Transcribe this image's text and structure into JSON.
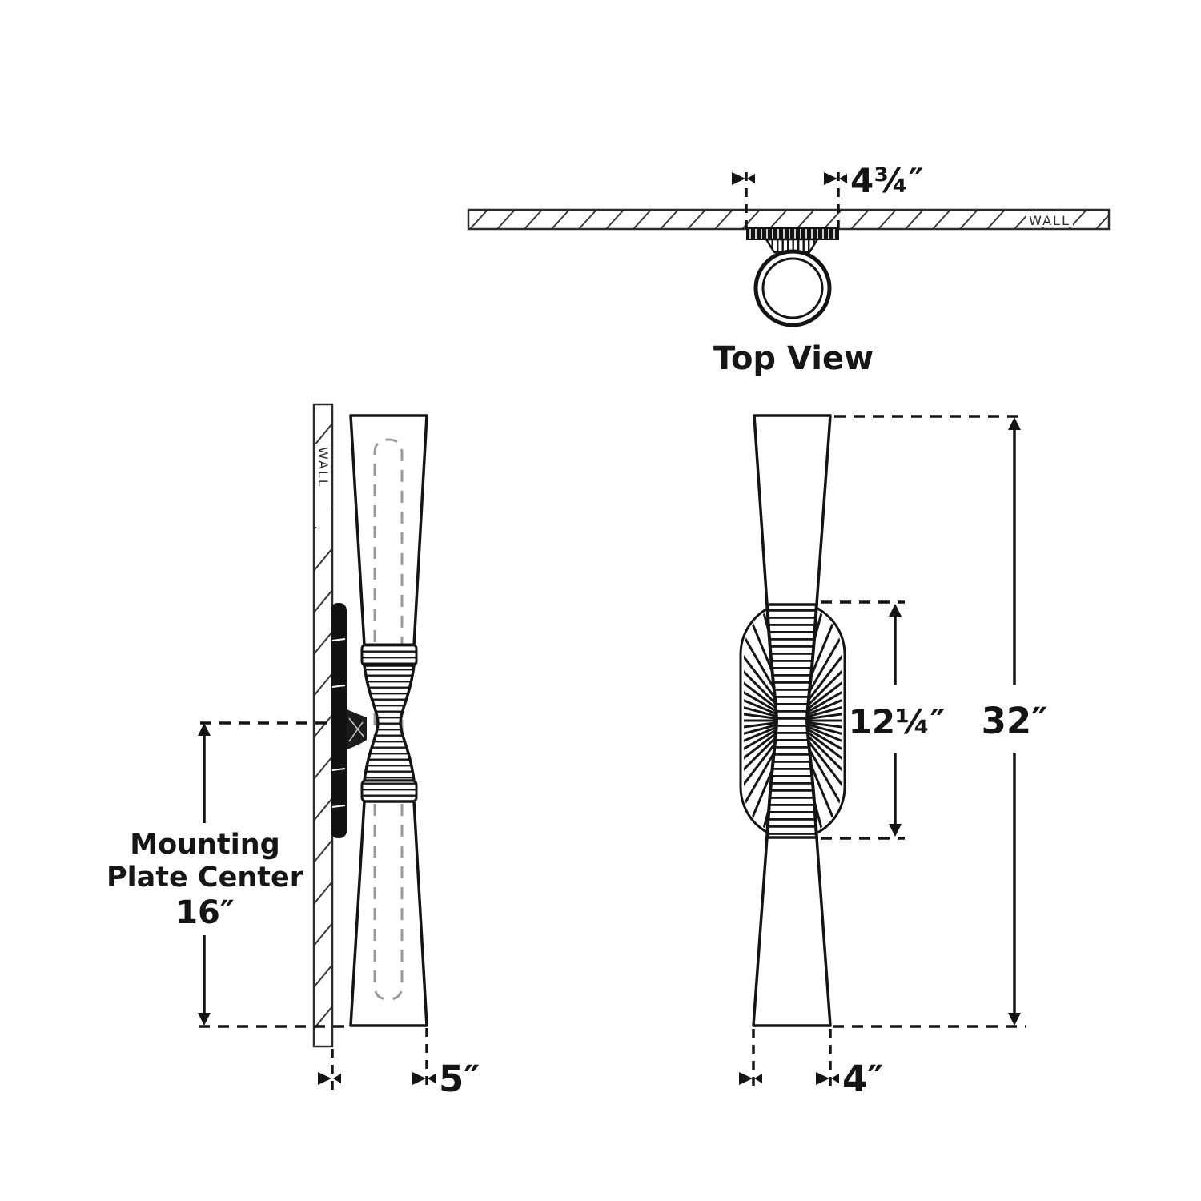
{
  "diagram": {
    "type": "wall-sconce dimension drawing",
    "colors": {
      "line": "#141414",
      "slot_dash": "#9a9a9a",
      "background": "#ffffff"
    },
    "views": {
      "top": {
        "label": "Top View",
        "wall_label": "WALL",
        "dims": {
          "backplate_width": "4¾″"
        }
      },
      "side": {
        "wall_label": "WALL",
        "dims": {
          "mounting_center_line1": "Mounting",
          "mounting_center_line2": "Plate Center",
          "mounting_center_value": "16″",
          "depth": "5″"
        }
      },
      "front": {
        "dims": {
          "backplate_height": "12¼″",
          "overall_height": "32″",
          "width": "4″"
        }
      }
    }
  }
}
